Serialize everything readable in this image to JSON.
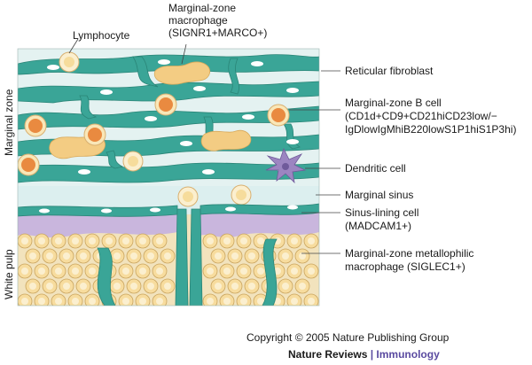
{
  "colors": {
    "fibroblast": "#3aa597",
    "fibroblast_dark": "#2a8577",
    "sinus": "#dcefef",
    "macrophage_mz": "#f3cc83",
    "bcell_orange": "#e98a40",
    "bcell_yellow": "#f9e7b8",
    "dendritic": "#9c85c1",
    "white_pulp_cell": "#f7dc9e",
    "metallophilic": "#c9b6dd",
    "journal_accent": "#5a4aa0"
  },
  "region_labels": {
    "marginal_zone": "Marginal zone",
    "white_pulp": "White pulp"
  },
  "labels": {
    "lymphocyte": "Lymphocyte",
    "mz_macrophage_line1": "Marginal-zone",
    "mz_macrophage_line2": "macrophage",
    "mz_macrophage_line3": "(SIGNR1+MARCO+)",
    "reticular_fibroblast": "Reticular fibroblast",
    "mz_bcell_line1": "Marginal-zone B cell",
    "mz_bcell_line2": "(CD1d+CD9+CD21hiCD23low/−",
    "mz_bcell_line3": "IgDlowIgMhiB220lowS1P1hiS1P3hi)",
    "dendritic_cell": "Dendritic cell",
    "marginal_sinus": "Marginal sinus",
    "sinus_lining_line1": "Sinus-lining cell",
    "sinus_lining_line2": "(MADCAM1+)",
    "metallophilic_line1": "Marginal-zone metallophilic",
    "metallophilic_line2": "macrophage (SIGLEC1+)"
  },
  "footer": {
    "copyright": "Copyright © 2005 Nature Publishing Group",
    "journal": "Nature Reviews",
    "separator": "|",
    "topic": "Immunology"
  }
}
